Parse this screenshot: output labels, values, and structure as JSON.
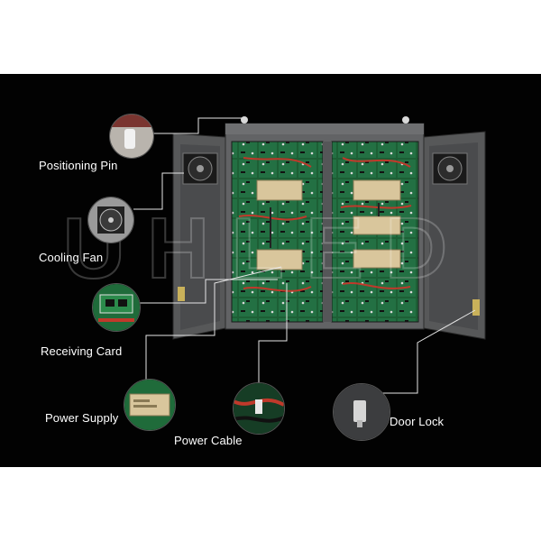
{
  "watermark": "UHLED",
  "colors": {
    "background": "#020202",
    "cabinet": "#5f6062",
    "door_inner": "#4a4b4d",
    "module_green": "#1f6b3a",
    "psu_tan": "#d8c49a",
    "leader_line": "#e6e6e6",
    "label_text": "#ffffff"
  },
  "labels": {
    "positioning_pin": "Positioning Pin",
    "cooling_fan": "Cooling Fan",
    "receiving_card": "Receiving Card",
    "power_supply": "Power Supply",
    "power_cable": "Power Cable",
    "door_lock": "Door Lock"
  },
  "icons": {
    "positioning_pin": "pin-icon",
    "cooling_fan": "fan-icon",
    "receiving_card": "circuit-board-icon",
    "power_supply": "psu-icon",
    "power_cable": "cable-icon",
    "door_lock": "lock-icon"
  }
}
